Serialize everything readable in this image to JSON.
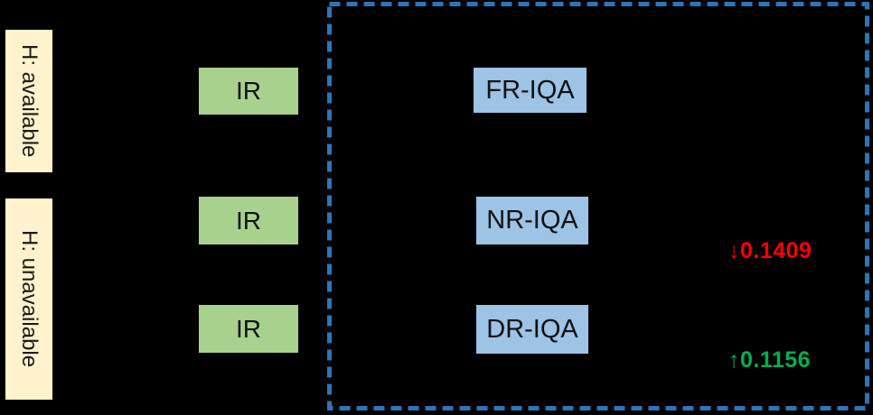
{
  "figure": {
    "description": "IQA diagram with image restoration (IR) pipelines feeding FR/NR/DR quality assessment modules inside a dashed boundary",
    "row_labels": [
      {
        "text": "H: available"
      },
      {
        "text": "H: unavailable"
      }
    ],
    "rows": [
      {
        "ir_label": "IR",
        "iqa_label": "FR-IQA"
      },
      {
        "ir_label": "IR",
        "iqa_label": "NR-IQA"
      },
      {
        "ir_label": "IR",
        "iqa_label": "DR-IQA"
      }
    ],
    "metrics": {
      "nr_delta": {
        "text": "↓0.1409",
        "direction": "down",
        "color": "#FF0000"
      },
      "dr_delta": {
        "text": "↑0.1156",
        "direction": "up",
        "color": "#00B050"
      }
    },
    "colors": {
      "background": "#000000",
      "row_label_box": "#FFF2CC",
      "ir_box": "#A9D18E",
      "iqa_box": "#9DC3E6",
      "dashed_border": "#2E75B6",
      "metric_down": "#FF0000",
      "metric_up": "#00B050",
      "box_text": "#111111"
    }
  }
}
